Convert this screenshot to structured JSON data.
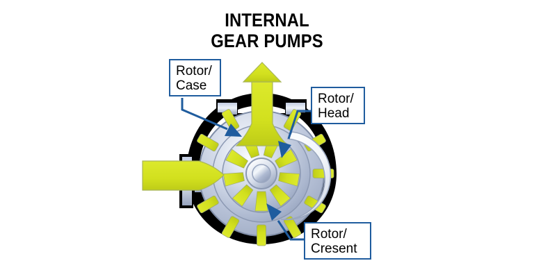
{
  "title": {
    "line1": "INTERNAL",
    "line2": "GEAR PUMPS"
  },
  "callouts": [
    {
      "id": "rotor-case",
      "line1": "Rotor/",
      "line2": "Case"
    },
    {
      "id": "rotor-head",
      "line1": "Rotor/",
      "line2": "Head"
    },
    {
      "id": "rotor-cresent",
      "line1": "Rotor/",
      "line2": "Cresent"
    }
  ],
  "diagram": {
    "type": "internal-gear-pump-cutaway",
    "components": [
      "pump-casing",
      "inlet-port",
      "outlet-port",
      "outlet-flow-arrow",
      "inner-rotor-gear",
      "outer-ring-gear",
      "crescent-seal",
      "drive-shaft-hub"
    ],
    "inner_rotor_teeth": 9,
    "outer_ring_teeth": 12,
    "flow_direction": "inlet-left-to-outlet-top"
  },
  "colors": {
    "fluid": "#D2E01E",
    "fluid_shadow": "#B6C417",
    "metal_light": "#EEF3F9",
    "metal_mid": "#B9C4DA",
    "metal_dark": "#8E9BB5",
    "casing": "#000000",
    "accent_blue": "#1F5C9E",
    "text": "#000000",
    "background": "#FFFFFF"
  }
}
